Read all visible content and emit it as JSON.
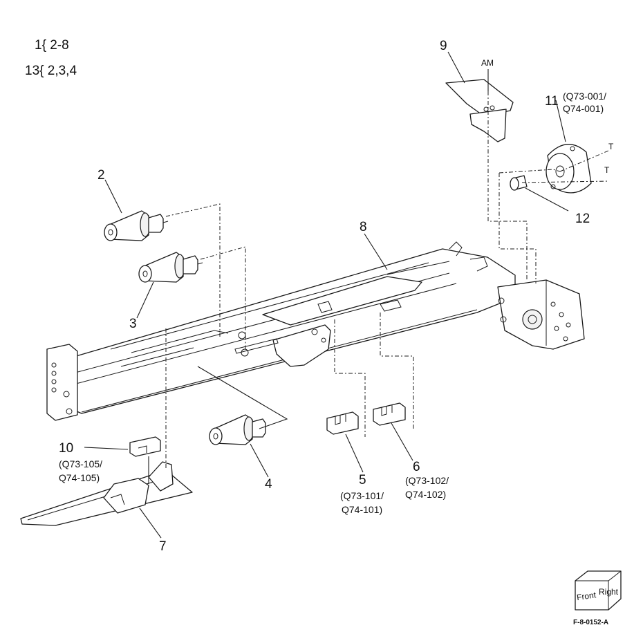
{
  "notes": [
    {
      "text": "1{ 2-8"
    },
    {
      "text": "13{ 2,3,4"
    }
  ],
  "callouts": [
    {
      "number": "2"
    },
    {
      "number": "3"
    },
    {
      "number": "4"
    },
    {
      "number": "5",
      "codes": [
        "(Q73-101/",
        "Q74-101)"
      ]
    },
    {
      "number": "6",
      "codes": [
        "(Q73-102/",
        "Q74-102)"
      ]
    },
    {
      "number": "7"
    },
    {
      "number": "8"
    },
    {
      "number": "9"
    },
    {
      "number": "10",
      "codes": [
        "(Q73-105/",
        "Q74-105)"
      ]
    },
    {
      "number": "11",
      "codes": [
        "(Q73-001/",
        "Q74-001)"
      ]
    },
    {
      "number": "12"
    }
  ],
  "markers": {
    "am": "AM",
    "t_upper": "T",
    "t_lower": "T"
  },
  "orientation_cube": {
    "front": "Front",
    "right": "Right"
  },
  "figure_id": "F-8-0152-A"
}
